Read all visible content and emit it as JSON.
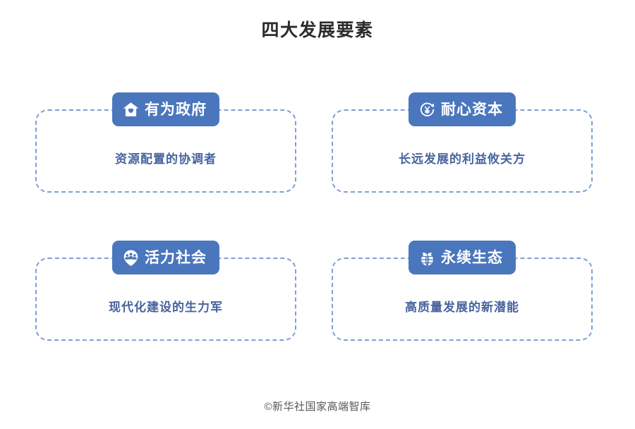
{
  "title": "四大发展要素",
  "theme": {
    "badge_bg": "#4a76bd",
    "badge_text": "#ffffff",
    "card_border": "#7f9fd4",
    "desc_text": "#48649f",
    "title_text": "#2b2b2b",
    "footer_text": "#585858",
    "page_bg": "#ffffff"
  },
  "cards": [
    {
      "icon": "home-heart-icon",
      "label": "有为政府",
      "desc": "资源配置的协调者"
    },
    {
      "icon": "yuan-refresh-icon",
      "label": "耐心资本",
      "desc": "长远发展的利益攸关方"
    },
    {
      "icon": "people-group-icon",
      "label": "活力社会",
      "desc": "现代化建设的生力军"
    },
    {
      "icon": "globe-leaf-icon",
      "label": "永续生态",
      "desc": "高质量发展的新潜能"
    }
  ],
  "footer": "©新华社国家高端智库"
}
